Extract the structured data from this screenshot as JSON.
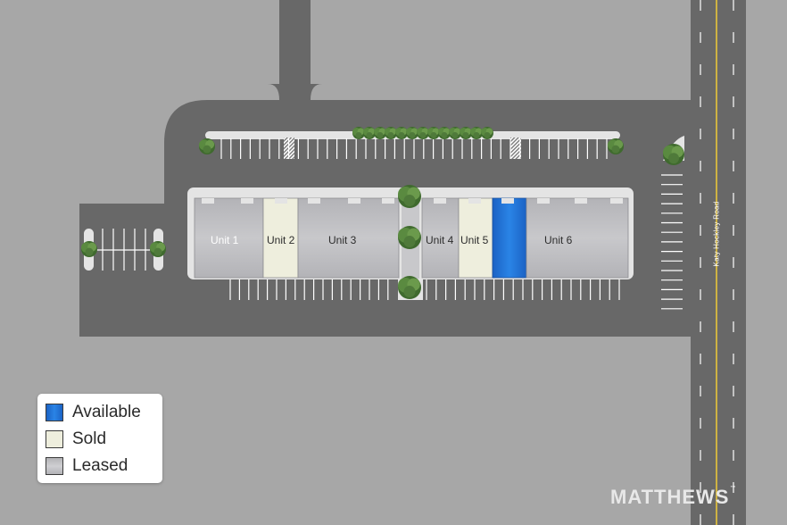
{
  "units": [
    {
      "label": "Unit 1",
      "status": "leased"
    },
    {
      "label": "Unit 2",
      "status": "sold"
    },
    {
      "label": "Unit 3",
      "status": "leased"
    },
    {
      "label": "Unit 4",
      "status": "leased"
    },
    {
      "label": "Unit 5",
      "status": "sold"
    },
    {
      "label": "Unit 6",
      "status": "leased"
    }
  ],
  "available_unit": {
    "status": "available"
  },
  "road": {
    "name": "Katy Hockley Road"
  },
  "legend": {
    "items": [
      {
        "label": "Available",
        "color": "#1f6fd1"
      },
      {
        "label": "Sold",
        "color": "#eeeedd"
      },
      {
        "label": "Leased",
        "color": "#bdbdc1"
      }
    ]
  },
  "brand": {
    "name": "MATTHEWS",
    "mark": "™"
  },
  "colors": {
    "ground": "#a7a7a7",
    "asphalt": "#686868",
    "curb": "#e4e4e4",
    "available": "#1f6fd1",
    "sold": "#eeeedd",
    "leased": "#bdbdc1",
    "road_center_line": "#e8c53a",
    "tree": "#4f7a3a"
  },
  "icons": [
    "tree-icon",
    "crosswalk-hatch-icon"
  ]
}
